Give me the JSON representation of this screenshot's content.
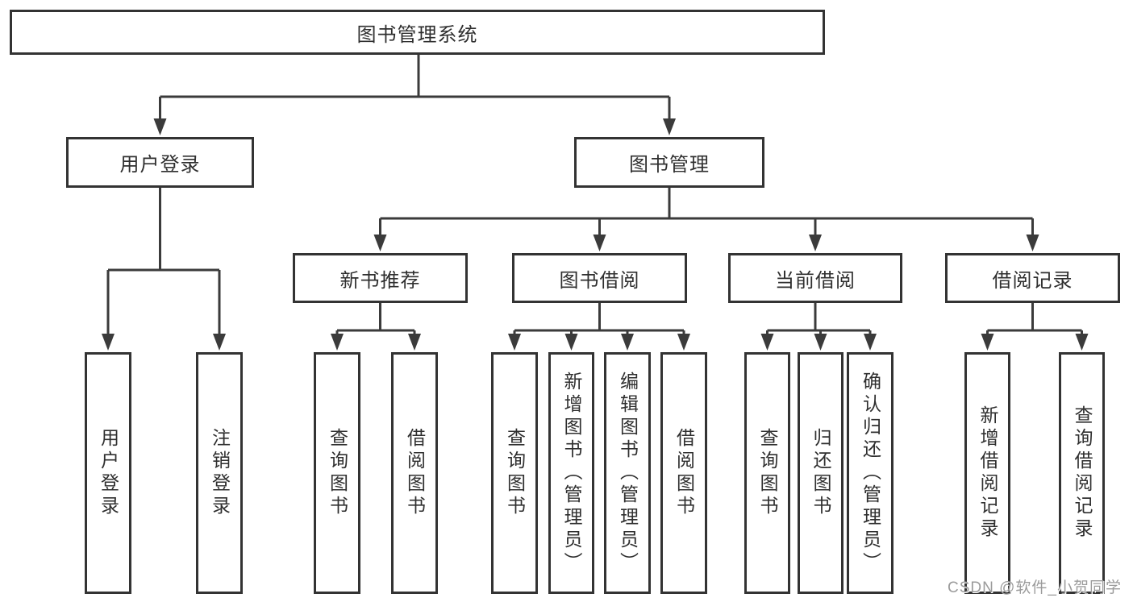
{
  "nodes": {
    "root": "图书管理系统",
    "user_login": "用户登录",
    "book_management": "图书管理",
    "new_book_recommend": "新书推荐",
    "book_borrowing": "图书借阅",
    "current_borrowing": "当前借阅",
    "borrowing_records": "借阅记录",
    "user_login_leaf": "用户登录",
    "logout_leaf": "注销登录",
    "query_books_1": "查询图书",
    "borrow_books_1": "借阅图书",
    "query_books_2": "查询图书",
    "add_books_admin": "新增图书（管理员）",
    "edit_books_admin": "编辑图书（管理员）",
    "borrow_books_2": "借阅图书",
    "query_books_3": "查询图书",
    "return_books": "归还图书",
    "confirm_return_admin": "确认归还（管理员）",
    "add_borrow_record": "新增借阅记录",
    "query_borrow_record": "查询借阅记录"
  },
  "edges": [
    [
      "root",
      "user_login"
    ],
    [
      "root",
      "book_management"
    ],
    [
      "user_login",
      "user_login_leaf"
    ],
    [
      "user_login",
      "logout_leaf"
    ],
    [
      "book_management",
      "new_book_recommend"
    ],
    [
      "book_management",
      "book_borrowing"
    ],
    [
      "book_management",
      "current_borrowing"
    ],
    [
      "book_management",
      "borrowing_records"
    ],
    [
      "new_book_recommend",
      "query_books_1"
    ],
    [
      "new_book_recommend",
      "borrow_books_1"
    ],
    [
      "book_borrowing",
      "query_books_2"
    ],
    [
      "book_borrowing",
      "add_books_admin"
    ],
    [
      "book_borrowing",
      "edit_books_admin"
    ],
    [
      "book_borrowing",
      "borrow_books_2"
    ],
    [
      "current_borrowing",
      "query_books_3"
    ],
    [
      "current_borrowing",
      "return_books"
    ],
    [
      "current_borrowing",
      "confirm_return_admin"
    ],
    [
      "borrowing_records",
      "add_borrow_record"
    ],
    [
      "borrowing_records",
      "query_borrow_record"
    ]
  ],
  "watermark": "CSDN @软件_小贺同学",
  "colors": {
    "line": "#3b3b3b",
    "box_border": "#333333",
    "text": "#2f2f2f",
    "background": "#ffffff",
    "watermark": "#9b9b9b"
  }
}
